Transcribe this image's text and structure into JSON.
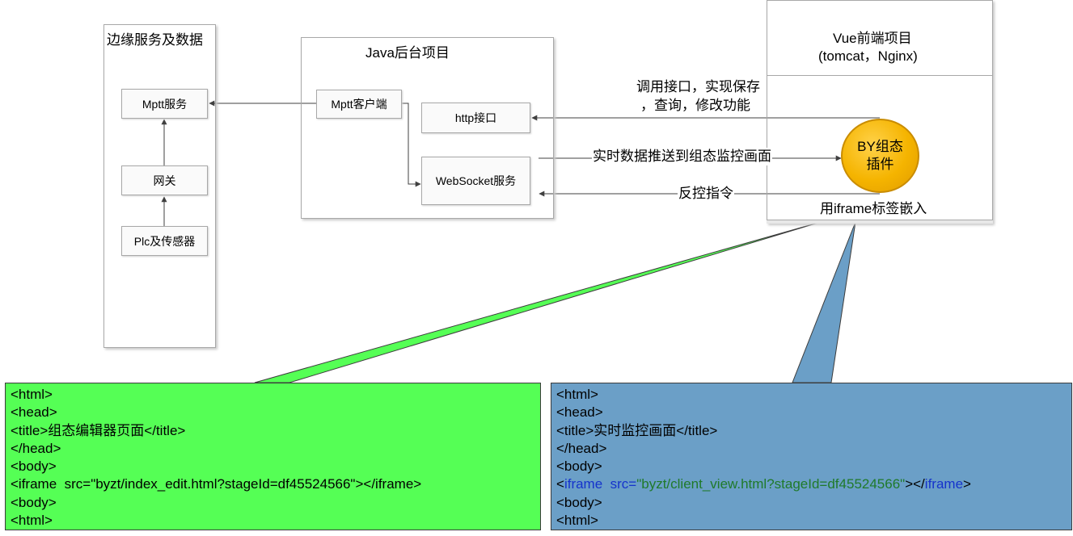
{
  "edge": {
    "title": "边缘服务及数据",
    "mqtt_service": "Mptt服务",
    "gateway": "网关",
    "plc": "Plc及传感器"
  },
  "java": {
    "title": "Java后台项目",
    "mqtt_client": "Mptt客户端",
    "http_api": "http接口",
    "websocket": "WebSocket服务"
  },
  "vue": {
    "title_line1": "Vue前端项目",
    "title_line2": "(tomcat，Nginx)",
    "api_label_line1": "调用接口，实现保存",
    "api_label_line2": "，查询，修改功能",
    "plugin_line1": "BY组态",
    "plugin_line2": "插件",
    "embed_label": "用iframe标签嵌入"
  },
  "flows": {
    "push_label": "实时数据推送到组态监控画面",
    "reverse_label": "反控指令"
  },
  "code_green": {
    "lines": [
      "<html>",
      "<head>",
      "<title>组态编辑器页面</title>",
      "</head>",
      "<body>",
      "<iframe  src=\"byzt/index_edit.html?stageId=df45524566\"></iframe>",
      "<body>",
      "<html>"
    ],
    "color": "#55ff55"
  },
  "code_blue": {
    "line0": "<html>",
    "line1": "<head>",
    "line2": "<title>实时监控画面</title>",
    "line3": "</head>",
    "line4": "<body>",
    "line5_open": "<",
    "line5_tag": "iframe",
    "line5_attr": "  src=",
    "line5_value": "\"byzt/client_view.html?stageId=df45524566\"",
    "line5_mid": "></",
    "line5_tag2": "iframe",
    "line5_close": ">",
    "line6": "<body>",
    "line7": "<html>",
    "color": "#6b9fc7"
  }
}
